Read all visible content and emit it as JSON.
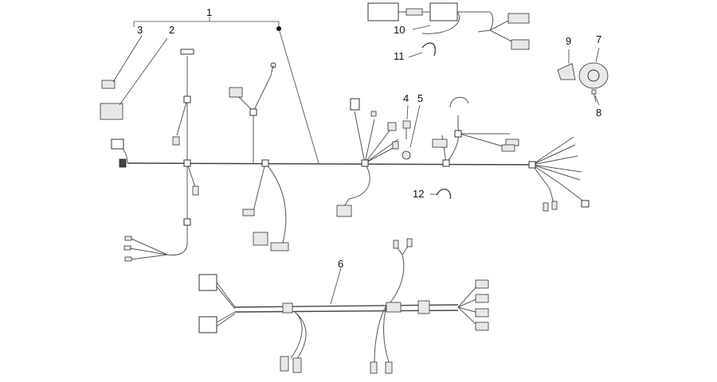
{
  "callouts": [
    {
      "id": "c1",
      "number": "1"
    },
    {
      "id": "c2",
      "number": "2"
    },
    {
      "id": "c3",
      "number": "3"
    },
    {
      "id": "c4",
      "number": "4"
    },
    {
      "id": "c5",
      "number": "5"
    },
    {
      "id": "c6",
      "number": "6"
    },
    {
      "id": "c7",
      "number": "7"
    },
    {
      "id": "c8",
      "number": "8"
    },
    {
      "id": "c9",
      "number": "9"
    },
    {
      "id": "c10",
      "number": "10"
    },
    {
      "id": "c11",
      "number": "11"
    },
    {
      "id": "c12",
      "number": "12"
    }
  ],
  "colors": {
    "line": "#555555",
    "text": "#111111",
    "background": "#ffffff"
  }
}
